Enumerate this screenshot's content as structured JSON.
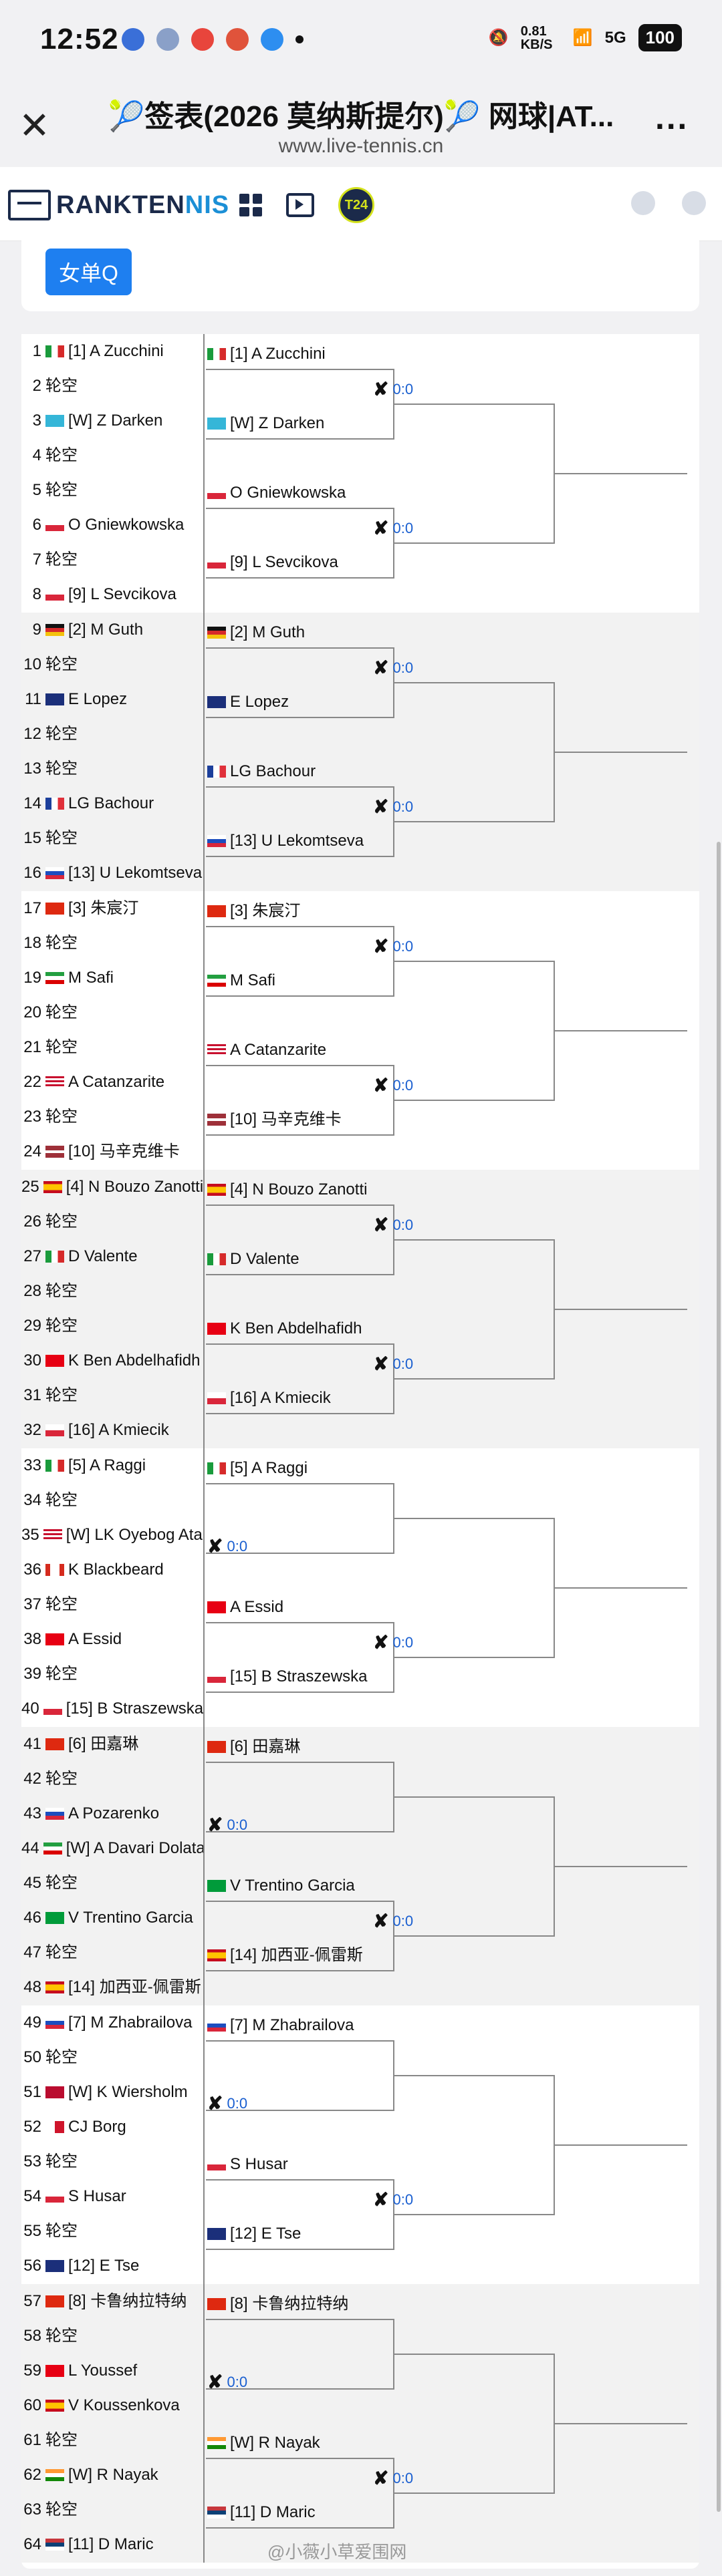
{
  "status_bar": {
    "time": "12:52",
    "net": "0.81 KB/S",
    "signal": "5G",
    "battery": "100"
  },
  "title_bar": {
    "title": "🎾签表(2026 莫纳斯提尔)🎾 网球|AT...",
    "url": "www.live-tennis.cn"
  },
  "nav": {
    "logo_main": "RANKTEN",
    "logo_accent": "NIS",
    "t24": "T24"
  },
  "tab": {
    "label": "女单Q"
  },
  "watermark": "@小薇小草爱围网",
  "colors": {
    "accent": "#1e7ff0",
    "score": "#1a5fd0",
    "section_alt": "#f2f2f2"
  },
  "sections": [
    {
      "players": [
        {
          "n": "1",
          "name": "[1] A Zucchini",
          "flag": "it"
        },
        {
          "n": "2",
          "name": "轮空",
          "flag": ""
        },
        {
          "n": "3",
          "name": "[W] Z Darken",
          "flag": "kz"
        },
        {
          "n": "4",
          "name": "轮空",
          "flag": ""
        },
        {
          "n": "5",
          "name": "轮空",
          "flag": ""
        },
        {
          "n": "6",
          "name": "O Gniewkowska",
          "flag": "pl"
        },
        {
          "n": "7",
          "name": "轮空",
          "flag": ""
        },
        {
          "n": "8",
          "name": "[9] L Sevcikova",
          "flag": "cz"
        }
      ],
      "r2": [
        {
          "name": "[1] A Zucchini",
          "flag": "it"
        },
        {
          "name": "[W] Z Darken",
          "flag": "kz"
        },
        {
          "name": "O Gniewkowska",
          "flag": "pl"
        },
        {
          "name": "[9] L Sevcikova",
          "flag": "cz"
        }
      ],
      "scores": [
        {
          "text": "0:0",
          "pos": "r3"
        },
        {
          "text": "0:0",
          "pos": "r3"
        }
      ]
    },
    {
      "players": [
        {
          "n": "9",
          "name": "[2] M Guth",
          "flag": "de"
        },
        {
          "n": "10",
          "name": "轮空",
          "flag": ""
        },
        {
          "n": "11",
          "name": "E Lopez",
          "flag": "au"
        },
        {
          "n": "12",
          "name": "轮空",
          "flag": ""
        },
        {
          "n": "13",
          "name": "轮空",
          "flag": ""
        },
        {
          "n": "14",
          "name": "LG Bachour",
          "flag": "fr"
        },
        {
          "n": "15",
          "name": "轮空",
          "flag": ""
        },
        {
          "n": "16",
          "name": "[13] U Lekomtseva",
          "flag": "ru"
        }
      ],
      "r2": [
        {
          "name": "[2] M Guth",
          "flag": "de"
        },
        {
          "name": "E Lopez",
          "flag": "au"
        },
        {
          "name": "LG Bachour",
          "flag": "fr"
        },
        {
          "name": "[13] U Lekomtseva",
          "flag": "ru"
        }
      ],
      "scores": [
        {
          "text": "0:0",
          "pos": "r3"
        },
        {
          "text": "0:0",
          "pos": "r3"
        }
      ]
    },
    {
      "players": [
        {
          "n": "17",
          "name": "[3] 朱宸汀",
          "flag": "cn"
        },
        {
          "n": "18",
          "name": "轮空",
          "flag": ""
        },
        {
          "n": "19",
          "name": "M Safi",
          "flag": "ir"
        },
        {
          "n": "20",
          "name": "轮空",
          "flag": ""
        },
        {
          "n": "21",
          "name": "轮空",
          "flag": ""
        },
        {
          "n": "22",
          "name": "A Catanzarite",
          "flag": "us"
        },
        {
          "n": "23",
          "name": "轮空",
          "flag": ""
        },
        {
          "n": "24",
          "name": "[10] 马辛克维卡",
          "flag": "lv"
        }
      ],
      "r2": [
        {
          "name": "[3] 朱宸汀",
          "flag": "cn"
        },
        {
          "name": "M Safi",
          "flag": "ir"
        },
        {
          "name": "A Catanzarite",
          "flag": "us"
        },
        {
          "name": "[10] 马辛克维卡",
          "flag": "lv"
        }
      ],
      "scores": [
        {
          "text": "0:0",
          "pos": "r3"
        },
        {
          "text": "0:0",
          "pos": "r3"
        }
      ]
    },
    {
      "players": [
        {
          "n": "25",
          "name": "[4] N Bouzo Zanotti",
          "flag": "es"
        },
        {
          "n": "26",
          "name": "轮空",
          "flag": ""
        },
        {
          "n": "27",
          "name": "D Valente",
          "flag": "it"
        },
        {
          "n": "28",
          "name": "轮空",
          "flag": ""
        },
        {
          "n": "29",
          "name": "轮空",
          "flag": ""
        },
        {
          "n": "30",
          "name": "K Ben Abdelhafidh",
          "flag": "tn"
        },
        {
          "n": "31",
          "name": "轮空",
          "flag": ""
        },
        {
          "n": "32",
          "name": "[16] A Kmiecik",
          "flag": "pl"
        }
      ],
      "r2": [
        {
          "name": "[4] N Bouzo Zanotti",
          "flag": "es"
        },
        {
          "name": "D Valente",
          "flag": "it"
        },
        {
          "name": "K Ben Abdelhafidh",
          "flag": "tn"
        },
        {
          "name": "[16] A Kmiecik",
          "flag": "pl"
        }
      ],
      "scores": [
        {
          "text": "0:0",
          "pos": "r3"
        },
        {
          "text": "0:0",
          "pos": "r3"
        }
      ]
    },
    {
      "players": [
        {
          "n": "33",
          "name": "[5] A Raggi",
          "flag": "it"
        },
        {
          "n": "34",
          "name": "轮空",
          "flag": ""
        },
        {
          "n": "35",
          "name": "[W] LK Oyebog Atanga",
          "flag": "us"
        },
        {
          "n": "36",
          "name": "K Blackbeard",
          "flag": "ca"
        },
        {
          "n": "37",
          "name": "轮空",
          "flag": ""
        },
        {
          "n": "38",
          "name": "A Essid",
          "flag": "tn"
        },
        {
          "n": "39",
          "name": "轮空",
          "flag": ""
        },
        {
          "n": "40",
          "name": "[15] B Straszewska",
          "flag": "pl"
        }
      ],
      "r2": [
        {
          "name": "[5] A Raggi",
          "flag": "it"
        },
        {
          "name": "",
          "flag": ""
        },
        {
          "name": "A Essid",
          "flag": "tn"
        },
        {
          "name": "[15] B Straszewska",
          "flag": "pl"
        }
      ],
      "scores": [
        {
          "text": "0:0",
          "pos": "r2"
        },
        {
          "text": "0:0",
          "pos": "r3"
        }
      ]
    },
    {
      "players": [
        {
          "n": "41",
          "name": "[6] 田嘉琳",
          "flag": "cn"
        },
        {
          "n": "42",
          "name": "轮空",
          "flag": ""
        },
        {
          "n": "43",
          "name": "A Pozarenko",
          "flag": "ru"
        },
        {
          "n": "44",
          "name": "[W] A Davari Dolatabadi",
          "flag": "ir"
        },
        {
          "n": "45",
          "name": "轮空",
          "flag": ""
        },
        {
          "n": "46",
          "name": "V Trentino Garcia",
          "flag": "br"
        },
        {
          "n": "47",
          "name": "轮空",
          "flag": ""
        },
        {
          "n": "48",
          "name": "[14] 加西亚-佩雷斯",
          "flag": "es"
        }
      ],
      "r2": [
        {
          "name": "[6] 田嘉琳",
          "flag": "cn"
        },
        {
          "name": "",
          "flag": ""
        },
        {
          "name": "V Trentino Garcia",
          "flag": "br"
        },
        {
          "name": "[14] 加西亚-佩雷斯",
          "flag": "es"
        }
      ],
      "scores": [
        {
          "text": "0:0",
          "pos": "r2"
        },
        {
          "text": "0:0",
          "pos": "r3"
        }
      ]
    },
    {
      "players": [
        {
          "n": "49",
          "name": "[7] M Zhabrailova",
          "flag": "ru"
        },
        {
          "n": "50",
          "name": "轮空",
          "flag": ""
        },
        {
          "n": "51",
          "name": "[W] K Wiersholm",
          "flag": "no"
        },
        {
          "n": "52",
          "name": "CJ Borg",
          "flag": "mt"
        },
        {
          "n": "53",
          "name": "轮空",
          "flag": ""
        },
        {
          "n": "54",
          "name": "S Husar",
          "flag": "pl"
        },
        {
          "n": "55",
          "name": "轮空",
          "flag": ""
        },
        {
          "n": "56",
          "name": "[12] E Tse",
          "flag": "au"
        }
      ],
      "r2": [
        {
          "name": "[7] M Zhabrailova",
          "flag": "ru"
        },
        {
          "name": "",
          "flag": ""
        },
        {
          "name": "S Husar",
          "flag": "pl"
        },
        {
          "name": "[12] E Tse",
          "flag": "au"
        }
      ],
      "scores": [
        {
          "text": "0:0",
          "pos": "r2"
        },
        {
          "text": "0:0",
          "pos": "r3"
        }
      ]
    },
    {
      "players": [
        {
          "n": "57",
          "name": "[8] 卡鲁纳拉特纳",
          "flag": "hk"
        },
        {
          "n": "58",
          "name": "轮空",
          "flag": ""
        },
        {
          "n": "59",
          "name": "L Youssef",
          "flag": "tn"
        },
        {
          "n": "60",
          "name": "V Koussenkova",
          "flag": "es"
        },
        {
          "n": "61",
          "name": "轮空",
          "flag": ""
        },
        {
          "n": "62",
          "name": "[W] R Nayak",
          "flag": "in"
        },
        {
          "n": "63",
          "name": "轮空",
          "flag": ""
        },
        {
          "n": "64",
          "name": "[11] D Maric",
          "flag": "rs"
        }
      ],
      "r2": [
        {
          "name": "[8] 卡鲁纳拉特纳",
          "flag": "hk"
        },
        {
          "name": "",
          "flag": ""
        },
        {
          "name": "[W] R Nayak",
          "flag": "in"
        },
        {
          "name": "[11] D Maric",
          "flag": "rs"
        }
      ],
      "scores": [
        {
          "text": "0:0",
          "pos": "r2"
        },
        {
          "text": "0:0",
          "pos": "r3"
        }
      ]
    }
  ]
}
